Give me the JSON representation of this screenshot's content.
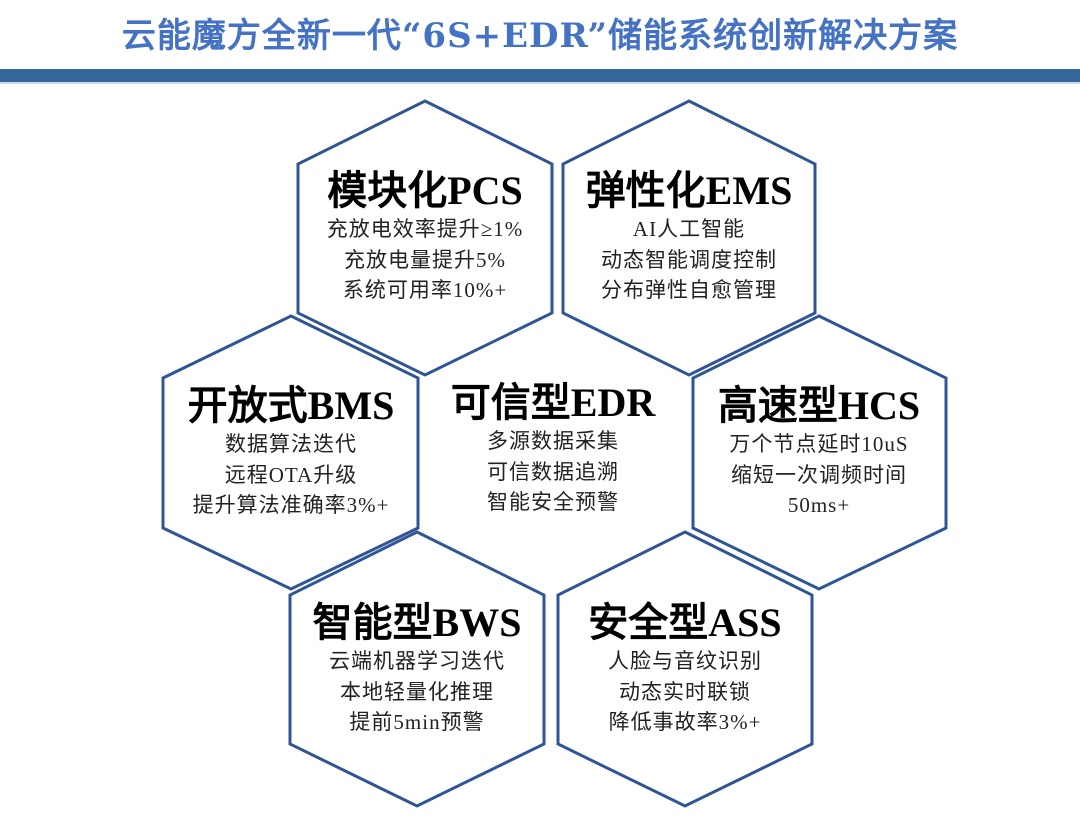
{
  "header": {
    "title": "云能魔方全新一代“6S+EDR”储能系统创新解决方案",
    "band_color": "#336699",
    "title_color": "#4472c4"
  },
  "diagram": {
    "stroke_color": "#2f5597",
    "modules": [
      {
        "id": "pcs",
        "title": "模块化PCS",
        "lines": [
          "充放电效率提升≥1%",
          "充放电量提升5%",
          "系统可用率10%+"
        ]
      },
      {
        "id": "ems",
        "title": "弹性化EMS",
        "lines": [
          "AI人工智能",
          "动态智能调度控制",
          "分布弹性自愈管理"
        ]
      },
      {
        "id": "bms",
        "title": "开放式BMS",
        "lines": [
          "数据算法迭代",
          "远程OTA升级",
          "提升算法准确率3%+"
        ]
      },
      {
        "id": "edr",
        "title": "可信型EDR",
        "lines": [
          "多源数据采集",
          "可信数据追溯",
          "智能安全预警"
        ]
      },
      {
        "id": "hcs",
        "title": "高速型HCS",
        "lines": [
          "万个节点延时10uS",
          "缩短一次调频时间",
          "50ms+"
        ]
      },
      {
        "id": "bws",
        "title": "智能型BWS",
        "lines": [
          "云端机器学习迭代",
          "本地轻量化推理",
          "提前5min预警"
        ]
      },
      {
        "id": "ass",
        "title": "安全型ASS",
        "lines": [
          "人脸与音纹识别",
          "动态实时联锁",
          "降低事故率3%+"
        ]
      }
    ]
  }
}
